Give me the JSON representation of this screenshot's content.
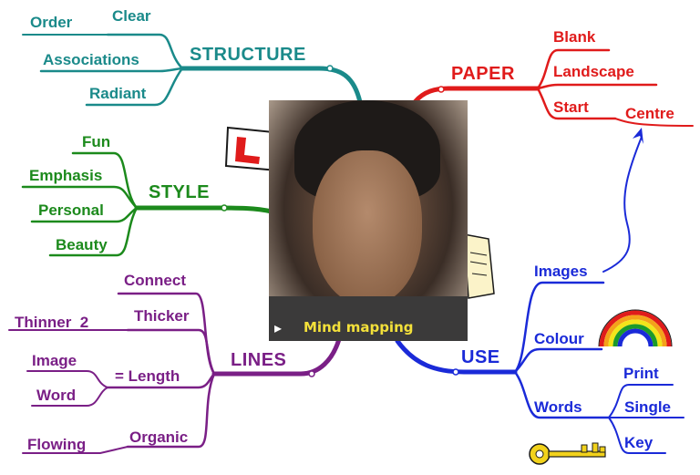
{
  "center": {
    "caption": "Mind mapping"
  },
  "branches": {
    "structure": {
      "label": "STRUCTURE",
      "color": "#1a8a8a",
      "items": [
        "Order",
        "Clear",
        "Associations",
        "Radiant"
      ]
    },
    "paper": {
      "label": "PAPER",
      "color": "#e01b1b",
      "items": [
        "Blank",
        "Landscape",
        "Start",
        "Centre"
      ]
    },
    "style": {
      "label": "STYLE",
      "color": "#1c8a1c",
      "items": [
        "Fun",
        "Emphasis",
        "Personal",
        "Beauty"
      ]
    },
    "lines": {
      "label": "LINES",
      "color": "#7a1f86",
      "items": [
        "Connect",
        "Thicker",
        "Thinner  2",
        "= Length",
        "Image",
        "Word",
        "Organic",
        "Flowing"
      ]
    },
    "use": {
      "label": "USE",
      "color": "#1a2ad8",
      "items": [
        "Images",
        "Colour",
        "Words",
        "Print",
        "Single",
        "Key"
      ]
    }
  },
  "icons": [
    "rainbow-icon",
    "key-icon",
    "arrow-icon"
  ]
}
